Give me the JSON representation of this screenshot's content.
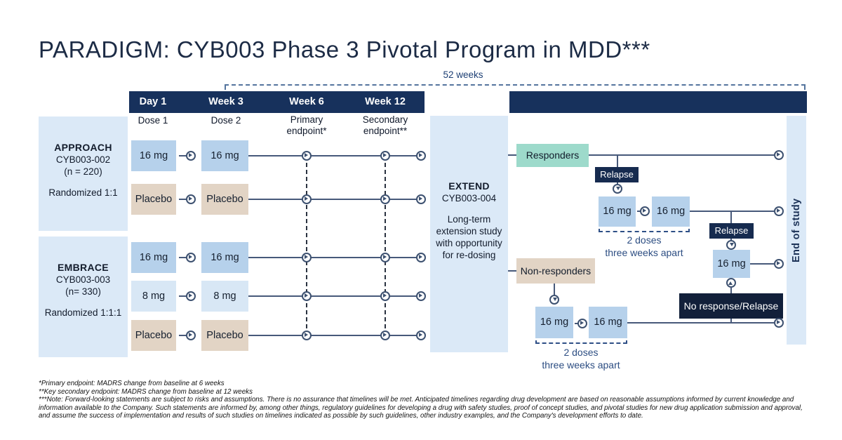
{
  "title": "PARADIGM: CYB003 Phase 3 Pivotal Program in MDD***",
  "timeline": {
    "duration": "52 weeks",
    "columns": [
      {
        "label": "Day 1",
        "sub": "Dose 1"
      },
      {
        "label": "Week 3",
        "sub": "Dose 2"
      },
      {
        "label": "Week 6",
        "sub": "Primary endpoint*"
      },
      {
        "label": "Week 12",
        "sub": "Secondary endpoint**"
      }
    ]
  },
  "studies": {
    "approach": {
      "name": "APPROACH",
      "code": "CYB003-002",
      "n": "(n = 220)",
      "randomized": "Randomized 1:1",
      "arms": [
        {
          "d1": "16 mg",
          "d2": "16 mg"
        },
        {
          "d1": "Placebo",
          "d2": "Placebo"
        }
      ]
    },
    "embrace": {
      "name": "EMBRACE",
      "code": "CYB003-003",
      "n": "(n= 330)",
      "randomized": "Randomized 1:1:1",
      "arms": [
        {
          "d1": "16 mg",
          "d2": "16 mg"
        },
        {
          "d1": "8 mg",
          "d2": "8 mg"
        },
        {
          "d1": "Placebo",
          "d2": "Placebo"
        }
      ]
    },
    "extend": {
      "name": "EXTEND",
      "code": "CYB003-004",
      "desc": "Long-term extension study with opportunity for re-dosing"
    }
  },
  "flow": {
    "responders": "Responders",
    "non_responders": "Non-responders",
    "relapse1": "Relapse",
    "relapse2": "Relapse",
    "no_response": "No response/Relapse",
    "top_redose": {
      "d1": "16 mg",
      "d2": "16 mg",
      "note1": "2 doses",
      "note2": "three weeks apart"
    },
    "mid_redose": "16 mg",
    "bottom_redose": {
      "d1": "16 mg",
      "d2": "16 mg",
      "note1": "2 doses",
      "note2": "three weeks apart"
    },
    "end_of_study": "End of study"
  },
  "footnotes": [
    "*Primary endpoint: MADRS change from baseline at 6 weeks",
    "**Key secondary endpoint: MADRS change from baseline at 12 weeks",
    "***Note: Forward-looking statements are subject to risks and assumptions. There is no assurance that timelines will be met. Anticipated timelines regarding drug development are based on reasonable assumptions informed by current knowledge and information available to the Company. Such statements are informed by, among other things, regulatory guidelines for developing a drug with safety studies, proof of concept studies, and pivotal studies for new drug application submission and approval, and assume the success of implementation and results of such studies on timelines indicated as possible by such guidelines, other industry examples, and the Company's development efforts to date."
  ],
  "colors": {
    "header_navy": "#17315c",
    "relapse_navy": "#162b4f",
    "dark_navy": "#12203a",
    "teal": "#9ddacb",
    "tan": "#e2d4c5",
    "panel_blue": "#dbe9f7",
    "dose_blue": "#b6d1eb",
    "dose_blue_light": "#d8e7f5",
    "line": "#47597a"
  }
}
